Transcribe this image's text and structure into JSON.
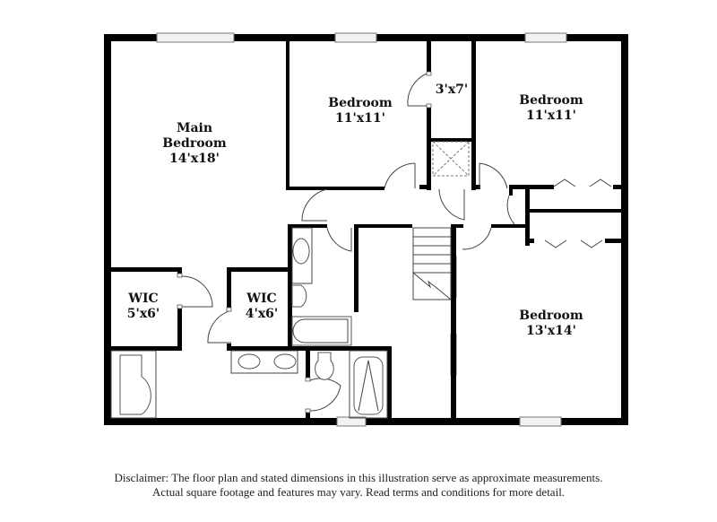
{
  "floor_plan": {
    "rooms": [
      {
        "id": "main-bedroom",
        "name": "Main Bedroom",
        "name_line1": "Main",
        "name_line2": "Bedroom",
        "dimensions": "14'x18'"
      },
      {
        "id": "bedroom-2",
        "name": "Bedroom",
        "dimensions": "11'x11'"
      },
      {
        "id": "closet-hall",
        "name": "",
        "dimensions": "3'x7'"
      },
      {
        "id": "bedroom-3",
        "name": "Bedroom",
        "dimensions": "11'x11'"
      },
      {
        "id": "wic-1",
        "name": "WIC",
        "dimensions": "5'x6'"
      },
      {
        "id": "wic-2",
        "name": "WIC",
        "dimensions": "4'x6'"
      },
      {
        "id": "bedroom-4",
        "name": "Bedroom",
        "dimensions": "13'x14'"
      }
    ],
    "colors": {
      "wall": "#000000",
      "background": "#ffffff",
      "window": "#f2f2f2",
      "text": "#111111"
    }
  },
  "disclaimer": {
    "line1": "Disclaimer: The floor plan and stated dimensions in this illustration serve as approximate measurements.",
    "line2": "Actual square footage and features may vary. Read terms and conditions for more detail."
  }
}
